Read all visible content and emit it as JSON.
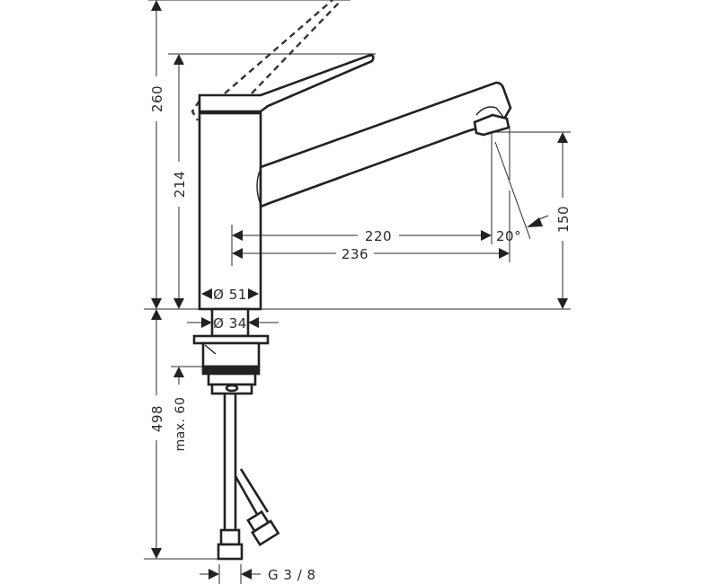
{
  "drawing": {
    "title": "Kitchen faucet dimension drawing",
    "stroke_color": "#222222",
    "background": "#ffffff"
  },
  "dimensions": {
    "total_height_lever_open": "260",
    "body_height": "214",
    "spout_reach_outlet": "220",
    "spout_reach_total": "236",
    "spout_angle": "20°",
    "outlet_height": "150",
    "body_diameter": "Ø 51",
    "shank_diameter": "Ø 34",
    "below_deck_length": "498",
    "max_deck_thickness": "max. 60",
    "connection_thread": "G 3 / 8"
  }
}
